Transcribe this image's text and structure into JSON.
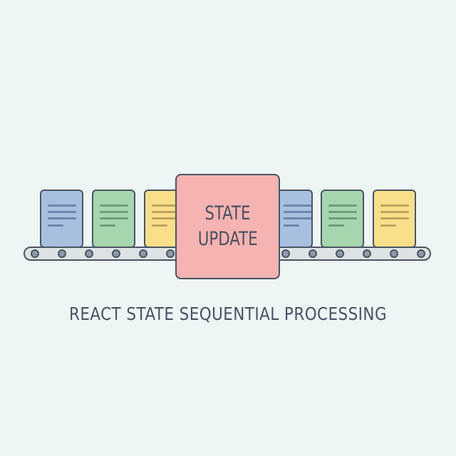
{
  "colors": {
    "background": "#eef5f5",
    "outline": "#4a5563",
    "blue": "#a8c0e0",
    "blue_lines": "#6f87ad",
    "green": "#a5d6ae",
    "green_lines": "#6e9f7a",
    "yellow": "#f9df8a",
    "yellow_lines": "#bfa55c",
    "center": "#f5b3b2",
    "belt": "#dde3e4",
    "roller": "#8e9aab"
  },
  "diagram": {
    "center_box": {
      "line1": "STATE",
      "line2": "UPDATE"
    },
    "cards_left": [
      "blue",
      "green",
      "yellow"
    ],
    "cards_right": [
      "blue",
      "green",
      "yellow"
    ],
    "rollers": 12
  },
  "caption": "REACT STATE SEQUENTIAL PROCESSING"
}
